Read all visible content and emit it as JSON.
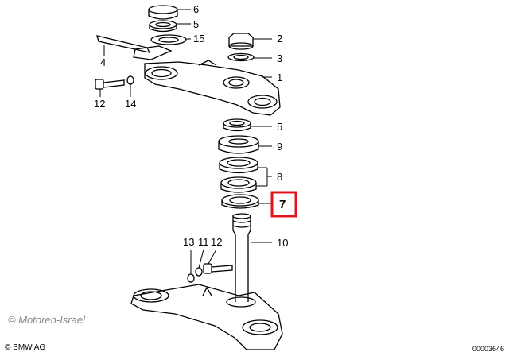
{
  "diagram": {
    "part_labels": {
      "p6": "6",
      "p5_top": "5",
      "p15": "15",
      "p4": "4",
      "p2": "2",
      "p3": "3",
      "p1": "1",
      "p12_top": "12",
      "p14": "14",
      "p5_mid": "5",
      "p9": "9",
      "p8": "8",
      "p7": "7",
      "p10": "10",
      "p13": "13",
      "p11": "11",
      "p12_bottom": "12"
    },
    "highlight": {
      "part": "7",
      "color": "#e1141e"
    }
  },
  "watermark": "© Motoren-Israel",
  "copyright": "© BMW AG",
  "document_id": "00003646"
}
